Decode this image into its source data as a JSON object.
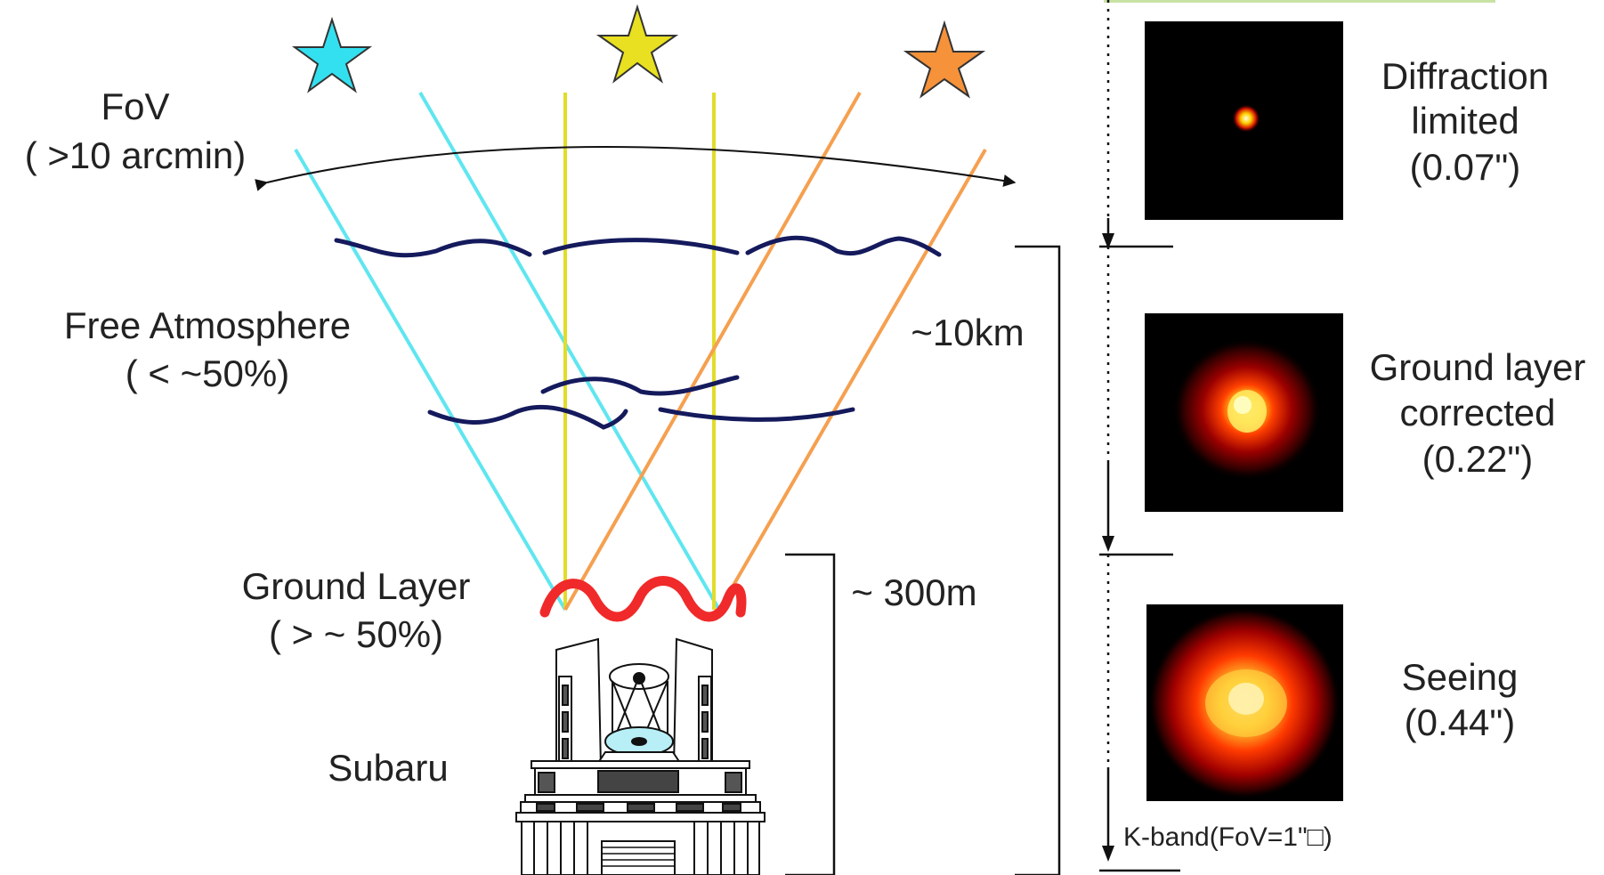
{
  "labels": {
    "fov_line1": "FoV",
    "fov_line2": "( >10 arcmin)",
    "free_atm_line1": "Free Atmosphere",
    "free_atm_line2": "( < ~50%)",
    "ground_layer_line1": "Ground Layer",
    "ground_layer_line2": "( > ~ 50%)",
    "telescope": "Subaru",
    "height_10km": "~10km",
    "height_300m": "~ 300m",
    "kband": "K-band(FoV=1\"□)"
  },
  "psf_panels": [
    {
      "line1": "Diffraction",
      "line2": "limited",
      "line3": "(0.07\")",
      "spread": 0.07
    },
    {
      "line1": "Ground layer",
      "line2": "corrected",
      "line3": "(0.22\")",
      "spread": 0.22
    },
    {
      "line1": "Seeing",
      "line2": "(0.44\")",
      "line3": "",
      "spread": 0.44
    }
  ],
  "colors": {
    "star_cyan": "#33e0f0",
    "star_yellow": "#e8e020",
    "star_orange": "#f5923a",
    "ray_cyan": "#5fe6f0",
    "ray_yellow": "#e2dc2a",
    "ray_orange": "#f5a050",
    "turbulence_high": "#141a5c",
    "turbulence_ground": "#f02a2a",
    "accent_bar": "#c8e2a4"
  },
  "icons": {
    "stars": [
      "star-icon",
      "star-icon",
      "star-icon"
    ],
    "telescope": "telescope-building-icon"
  }
}
